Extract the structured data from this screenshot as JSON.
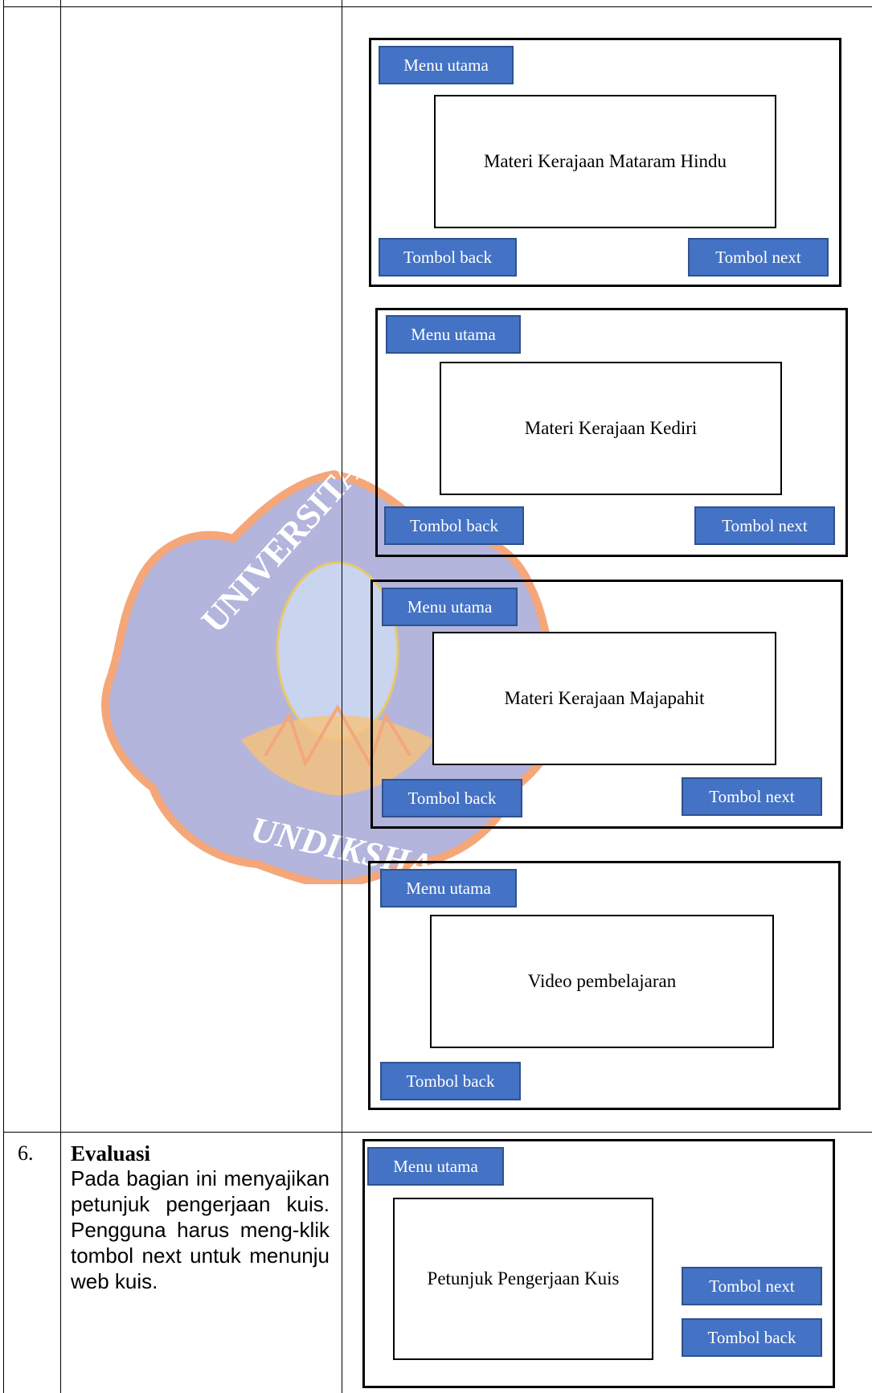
{
  "screens": [
    {
      "menu": "Menu utama",
      "content": "Materi Kerajaan Mataram Hindu",
      "back": "Tombol back",
      "next": "Tombol next"
    },
    {
      "menu": "Menu utama",
      "content": "Materi Kerajaan Kediri",
      "back": "Tombol back",
      "next": "Tombol next"
    },
    {
      "menu": "Menu utama",
      "content": "Materi Kerajaan Majapahit",
      "back": "Tombol back",
      "next": "Tombol next"
    },
    {
      "menu": "Menu utama",
      "content": "Video pembelajaran",
      "back": "Tombol back"
    }
  ],
  "row6": {
    "number": "6.",
    "title": "Evaluasi",
    "description": "Pada bagian ini menyajikan petunjuk pengerjaan kuis. Pengguna harus meng-klik tombol next untuk menunju web kuis.",
    "screen": {
      "menu": "Menu utama",
      "content": "Petunjuk Pengerjaan Kuis",
      "next": "Tombol next",
      "back": "Tombol back"
    }
  },
  "watermark": {
    "top_text": "UNIVERSITAS PENDIDIKAN",
    "bottom_text": "UNDIKSHA"
  },
  "colors": {
    "button_fill": "#4472c4",
    "button_border": "#2f528f",
    "watermark_blue": "#b3b5dc",
    "watermark_orange": "#f5a77a"
  }
}
